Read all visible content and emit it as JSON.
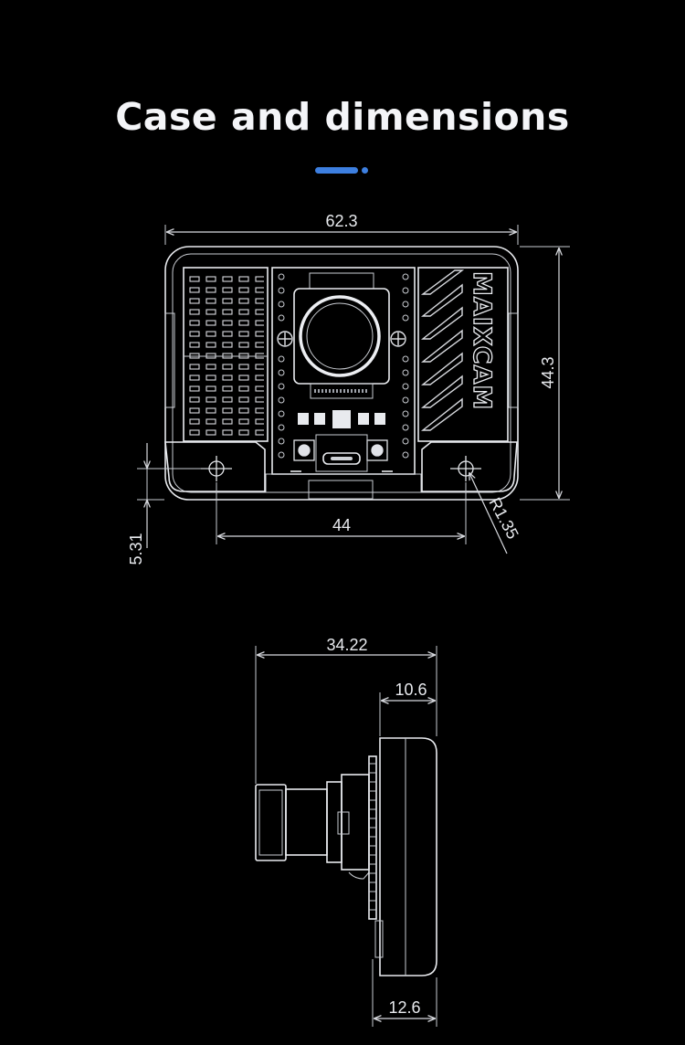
{
  "header": {
    "title": "Case and dimensions",
    "accent_color": "#3d7fe0"
  },
  "front_view": {
    "brand_text": "MAIXCAM",
    "dimensions": {
      "width": "62.3",
      "height": "44.3",
      "hole_spacing": "44",
      "hole_offset": "5.31",
      "hole_radius": "R1.35"
    }
  },
  "side_view": {
    "dimensions": {
      "depth_total": "34.22",
      "body_thickness": "10.6",
      "base_thickness": "12.6"
    }
  }
}
